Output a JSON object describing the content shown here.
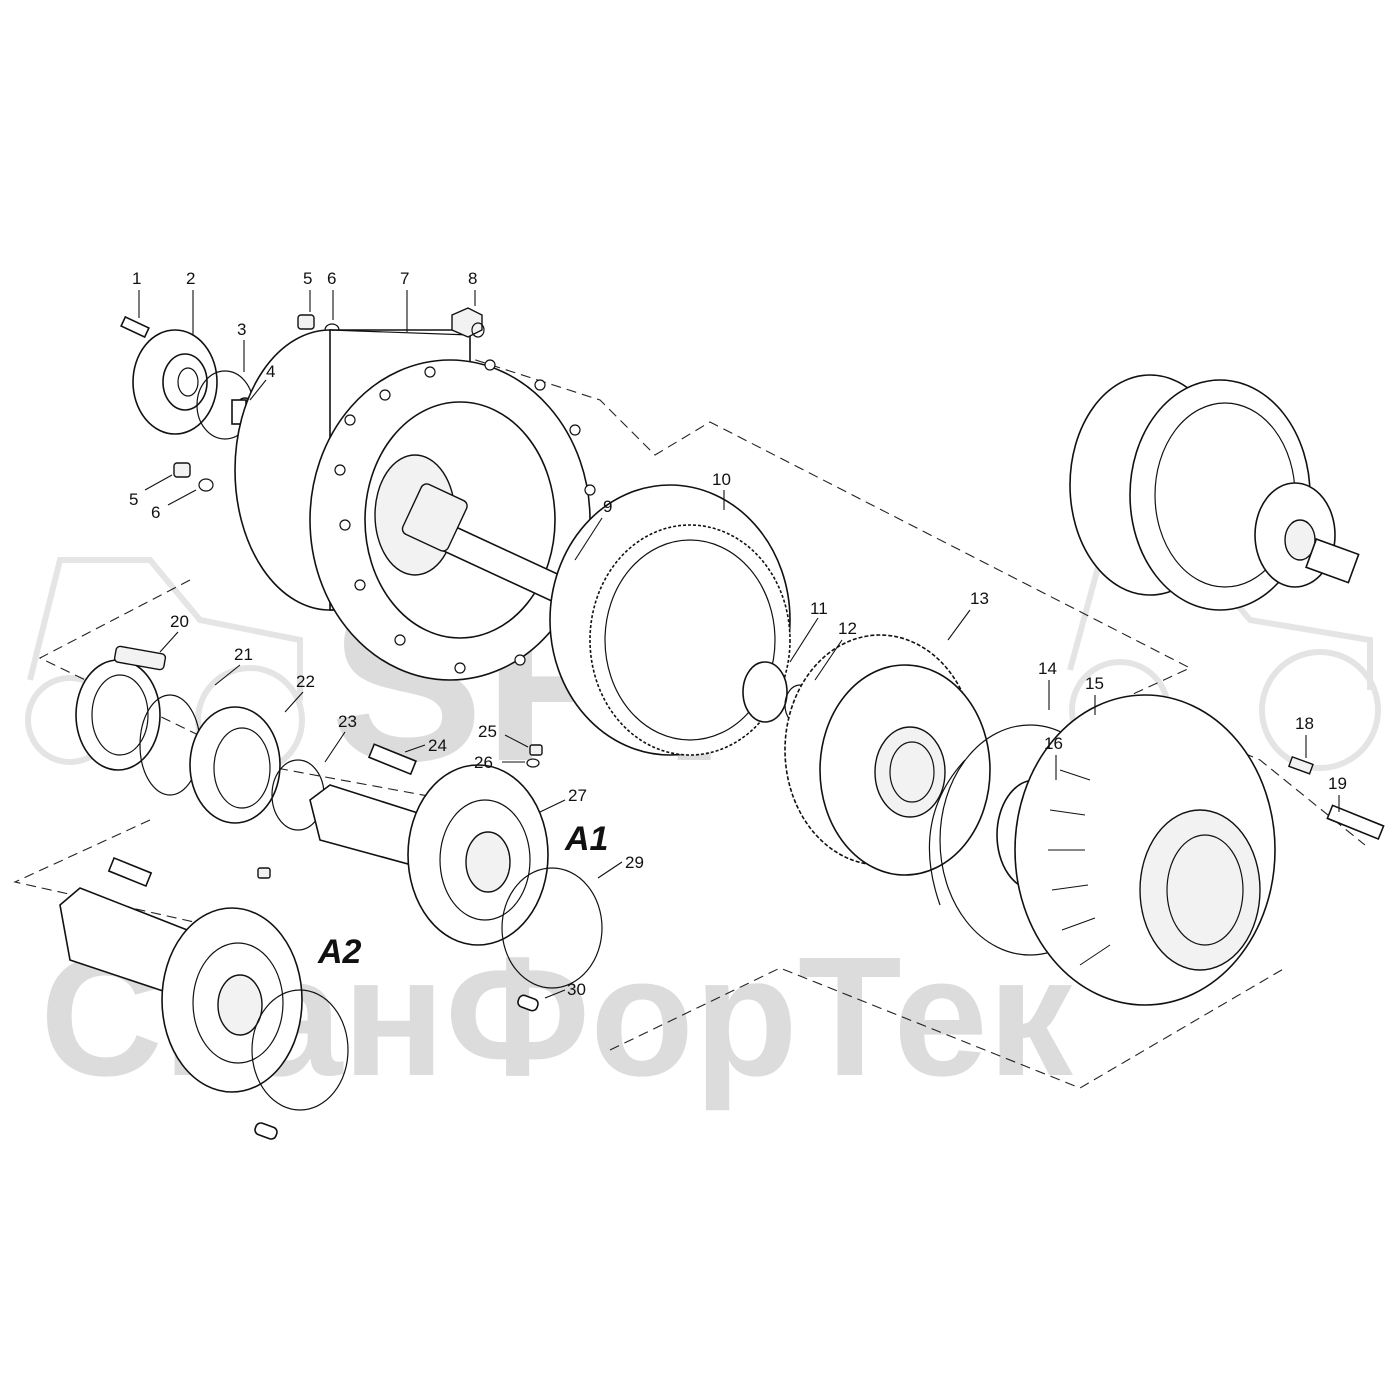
{
  "watermark": {
    "line1": "SFT",
    "line2": "СканФорТек",
    "color": "#d9d9d9"
  },
  "callouts": [
    {
      "id": "c1",
      "text": "1"
    },
    {
      "id": "c2",
      "text": "2"
    },
    {
      "id": "c3",
      "text": "3"
    },
    {
      "id": "c4",
      "text": "4"
    },
    {
      "id": "c5a",
      "text": "5"
    },
    {
      "id": "c6a",
      "text": "6"
    },
    {
      "id": "c7",
      "text": "7"
    },
    {
      "id": "c8",
      "text": "8"
    },
    {
      "id": "c5b",
      "text": "5"
    },
    {
      "id": "c6b",
      "text": "6"
    },
    {
      "id": "c9",
      "text": "9"
    },
    {
      "id": "c10",
      "text": "10"
    },
    {
      "id": "c11",
      "text": "11"
    },
    {
      "id": "c12",
      "text": "12"
    },
    {
      "id": "c13",
      "text": "13"
    },
    {
      "id": "c14",
      "text": "14"
    },
    {
      "id": "c15",
      "text": "15"
    },
    {
      "id": "c16",
      "text": "16"
    },
    {
      "id": "c18",
      "text": "18"
    },
    {
      "id": "c19",
      "text": "19"
    },
    {
      "id": "c20",
      "text": "20"
    },
    {
      "id": "c21",
      "text": "21"
    },
    {
      "id": "c22",
      "text": "22"
    },
    {
      "id": "c23",
      "text": "23"
    },
    {
      "id": "c24",
      "text": "24"
    },
    {
      "id": "c25",
      "text": "25"
    },
    {
      "id": "c26",
      "text": "26"
    },
    {
      "id": "c27",
      "text": "27"
    },
    {
      "id": "c29",
      "text": "29"
    },
    {
      "id": "c30",
      "text": "30"
    }
  ],
  "variants": {
    "a1": "A1",
    "a2": "A2"
  }
}
